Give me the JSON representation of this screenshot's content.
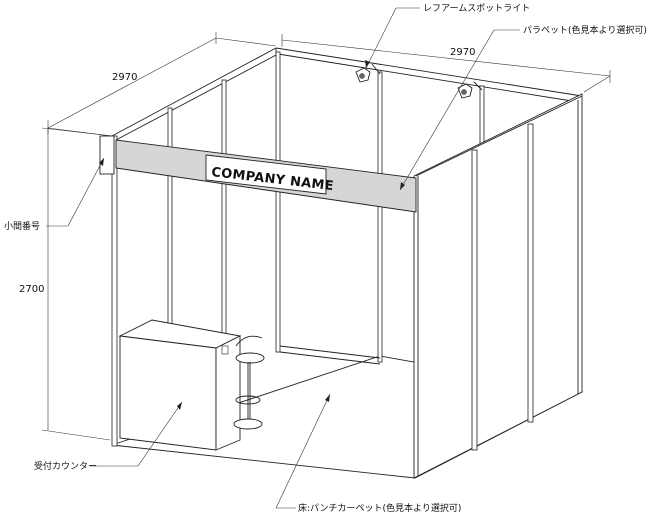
{
  "dimensions": {
    "width_left": "2970",
    "width_back": "2970",
    "height": "2700"
  },
  "fascia": {
    "sign_text": "COMPANY NAME"
  },
  "labels": {
    "spotlight": "レフアームスポットライト",
    "parapet": "パラペット(色見本より選択可)",
    "booth_number": "小間番号",
    "reception_counter": "受付カウンター",
    "floor_carpet": "床:パンチカーペット(色見本より選択可)"
  }
}
